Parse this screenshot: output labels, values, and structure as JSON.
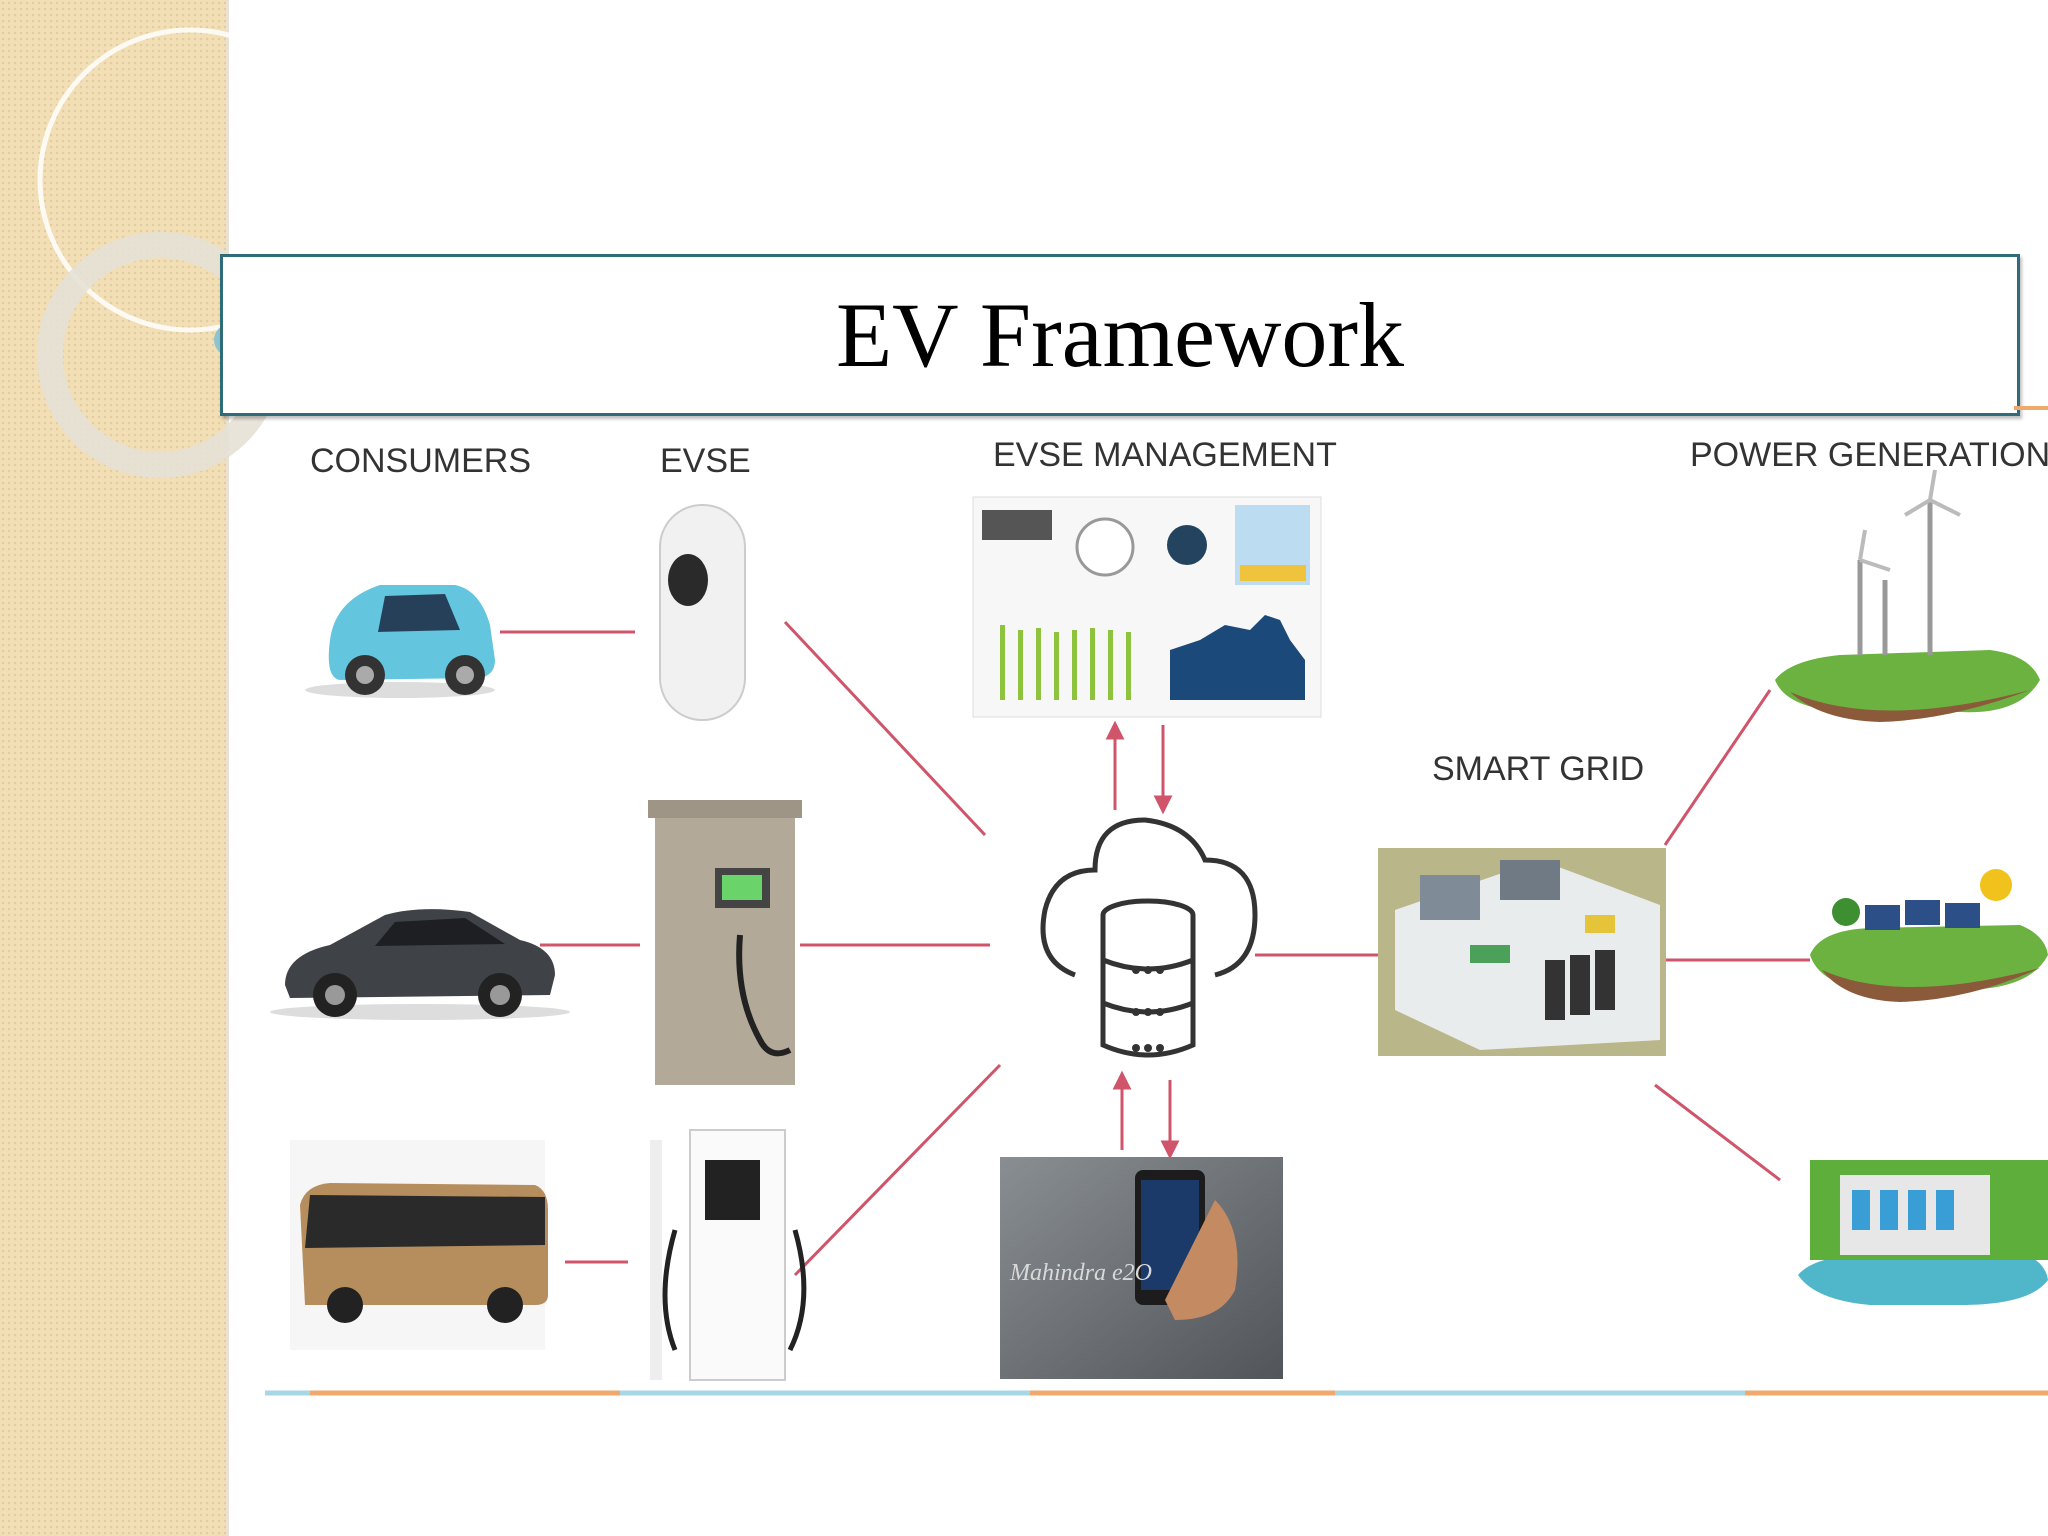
{
  "slide": {
    "title": "EV Framework"
  },
  "diagram": {
    "labels": {
      "consumers": "CONSUMERS",
      "evse": "EVSE",
      "evse_management": "EVSE MANAGEMENT",
      "power_generation": "POWER GENERATION",
      "smart_grid": "SMART GRID"
    },
    "phone_text": "Mahindra e2O"
  },
  "colors": {
    "connector": "#d0546a",
    "title_border": "#2f6b78",
    "sidebar": "#f2dfb6"
  }
}
